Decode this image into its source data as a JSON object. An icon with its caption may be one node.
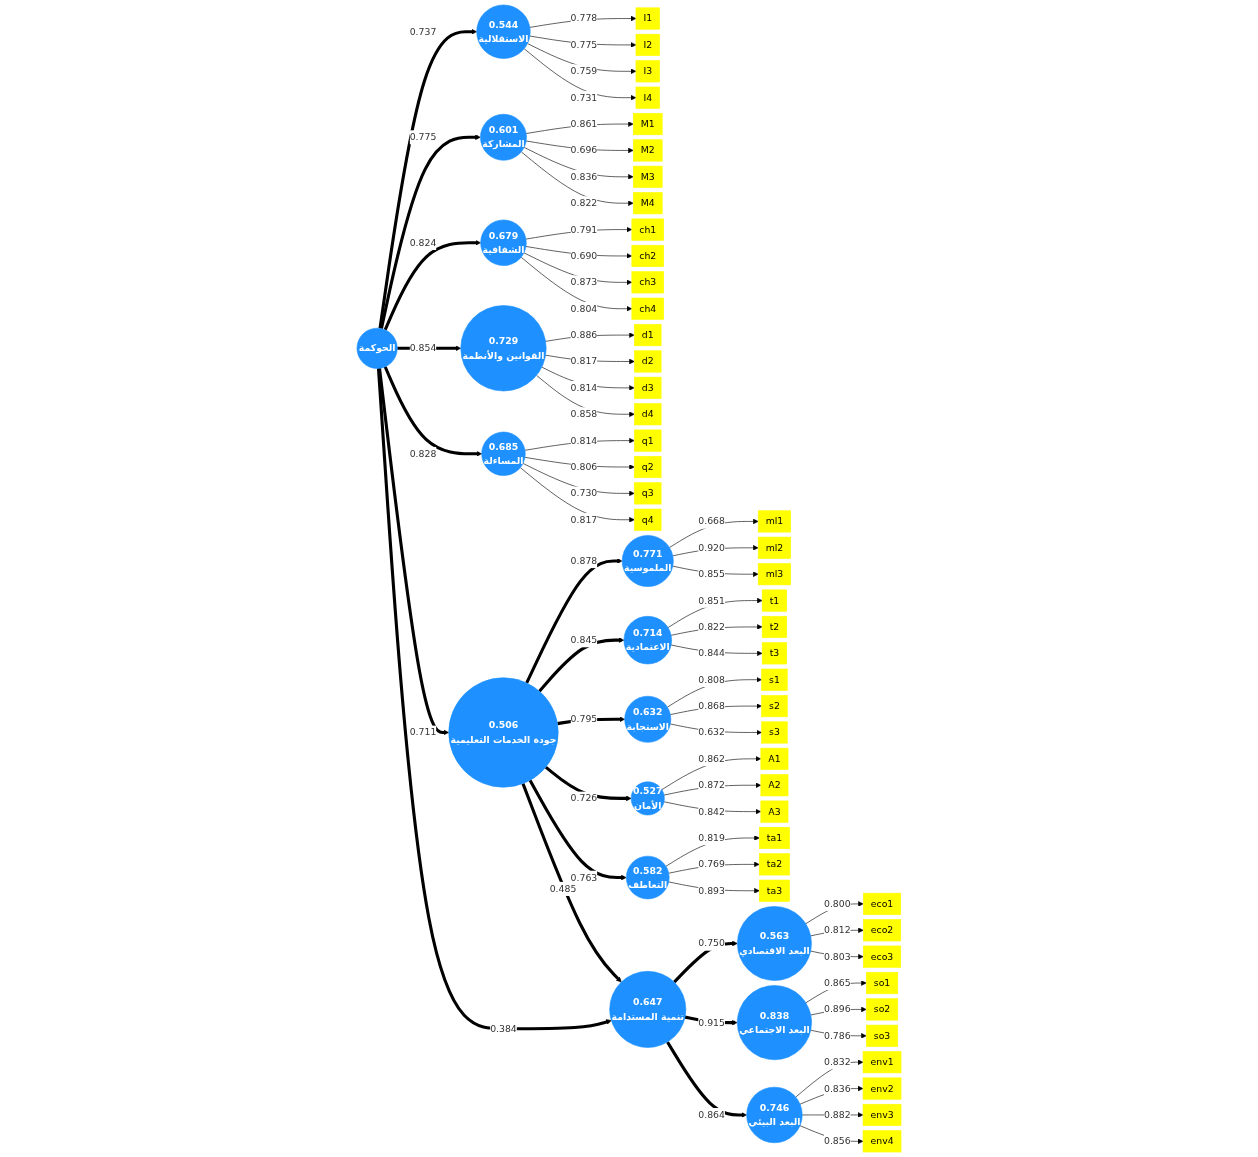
{
  "diagram": {
    "nodes": [
      {
        "text": [
          "الحوكمة"
        ]
      },
      {
        "text": [
          "0.544",
          "الاستقلالية"
        ]
      },
      {
        "text": [
          "I1"
        ]
      },
      {
        "text": [
          "I2"
        ]
      },
      {
        "text": [
          "I3"
        ]
      },
      {
        "text": [
          "I4"
        ]
      },
      {
        "text": [
          "0.601",
          "المشاركة"
        ]
      },
      {
        "text": [
          "M1"
        ]
      },
      {
        "text": [
          "M2"
        ]
      },
      {
        "text": [
          "M3"
        ]
      },
      {
        "text": [
          "M4"
        ]
      },
      {
        "text": [
          "0.679",
          "الشفافية"
        ]
      },
      {
        "text": [
          "ch1"
        ]
      },
      {
        "text": [
          "ch2"
        ]
      },
      {
        "text": [
          "ch3"
        ]
      },
      {
        "text": [
          "ch4"
        ]
      },
      {
        "text": [
          "0.729",
          "القوانين والأنظمة"
        ]
      },
      {
        "text": [
          "d1"
        ]
      },
      {
        "text": [
          "d2"
        ]
      },
      {
        "text": [
          "d3"
        ]
      },
      {
        "text": [
          "d4"
        ]
      },
      {
        "text": [
          "0.685",
          "المساءلة"
        ]
      },
      {
        "text": [
          "q1"
        ]
      },
      {
        "text": [
          "q2"
        ]
      },
      {
        "text": [
          "q3"
        ]
      },
      {
        "text": [
          "q4"
        ]
      },
      {
        "text": [
          "0.506",
          "جودة الخدمات التعليمية"
        ]
      },
      {
        "text": [
          "0.771",
          "الملموسية"
        ]
      },
      {
        "text": [
          "ml1"
        ]
      },
      {
        "text": [
          "ml2"
        ]
      },
      {
        "text": [
          "ml3"
        ]
      },
      {
        "text": [
          "0.714",
          "الاعتمادية"
        ]
      },
      {
        "text": [
          "t1"
        ]
      },
      {
        "text": [
          "t2"
        ]
      },
      {
        "text": [
          "t3"
        ]
      },
      {
        "text": [
          "0.632",
          "الاستجابة"
        ]
      },
      {
        "text": [
          "s1"
        ]
      },
      {
        "text": [
          "s2"
        ]
      },
      {
        "text": [
          "s3"
        ]
      },
      {
        "text": [
          "0.527",
          "الأمان"
        ]
      },
      {
        "text": [
          "A1"
        ]
      },
      {
        "text": [
          "A2"
        ]
      },
      {
        "text": [
          "A3"
        ]
      },
      {
        "text": [
          "0.582",
          "التعاطف"
        ]
      },
      {
        "text": [
          "ta1"
        ]
      },
      {
        "text": [
          "ta2"
        ]
      },
      {
        "text": [
          "ta3"
        ]
      },
      {
        "text": [
          "0.647",
          "تنمية المستدامة"
        ]
      },
      {
        "text": [
          "0.563",
          "البعد الاقتصادي"
        ]
      },
      {
        "text": [
          "eco1"
        ]
      },
      {
        "text": [
          "eco2"
        ]
      },
      {
        "text": [
          "eco3"
        ]
      },
      {
        "text": [
          "0.838",
          "البعد الاجتماعي"
        ]
      },
      {
        "text": [
          "so1"
        ]
      },
      {
        "text": [
          "so2"
        ]
      },
      {
        "text": [
          "so3"
        ]
      },
      {
        "text": [
          "0.746",
          "البعد البيئي"
        ]
      },
      {
        "text": [
          "env1"
        ]
      },
      {
        "text": [
          "env2"
        ]
      },
      {
        "text": [
          "env3"
        ]
      },
      {
        "text": [
          "env4"
        ]
      }
    ],
    "edges": [
      {
        "from": 0,
        "to": 1,
        "arrow": "to",
        "label": "0.737",
        "style": "thick"
      },
      {
        "from": 0,
        "to": 6,
        "arrow": "to",
        "label": "0.775",
        "style": "thick"
      },
      {
        "from": 0,
        "to": 11,
        "arrow": "to",
        "label": "0.824",
        "style": "thick"
      },
      {
        "from": 0,
        "to": 16,
        "arrow": "to",
        "label": "0.854",
        "style": "thick"
      },
      {
        "from": 0,
        "to": 21,
        "arrow": "to",
        "label": "0.828",
        "style": "thick"
      },
      {
        "from": 0,
        "to": 26,
        "arrow": "to",
        "label": "0.711",
        "style": "thick"
      },
      {
        "from": 0,
        "to": 47,
        "arrow": "to",
        "label": "0.384",
        "style": "thick"
      },
      {
        "from": 26,
        "to": 27,
        "arrow": "to",
        "label": "0.878",
        "style": "thick"
      },
      {
        "from": 26,
        "to": 31,
        "arrow": "to",
        "label": "0.845",
        "style": "thick"
      },
      {
        "from": 26,
        "to": 35,
        "arrow": "to",
        "label": "0.795",
        "style": "thick"
      },
      {
        "from": 26,
        "to": 39,
        "arrow": "to",
        "label": "0.726",
        "style": "thick"
      },
      {
        "from": 26,
        "to": 43,
        "arrow": "to",
        "label": "0.763",
        "style": "thick"
      },
      {
        "from": 26,
        "to": 47,
        "arrow": "to",
        "label": "0.485",
        "style": "thick"
      },
      {
        "from": 47,
        "to": 48,
        "arrow": "to",
        "label": "0.750",
        "style": "thick"
      },
      {
        "from": 47,
        "to": 52,
        "arrow": "to",
        "label": "0.915",
        "style": "thick"
      },
      {
        "from": 47,
        "to": 56,
        "arrow": "to",
        "label": "0.864",
        "style": "thick"
      },
      {
        "from": 1,
        "to": 2,
        "arrow": "to",
        "label": "0.778"
      },
      {
        "from": 1,
        "to": 3,
        "arrow": "to",
        "label": "0.775"
      },
      {
        "from": 1,
        "to": 4,
        "arrow": "to",
        "label": "0.759"
      },
      {
        "from": 1,
        "to": 5,
        "arrow": "to",
        "label": "0.731"
      },
      {
        "from": 6,
        "to": 7,
        "arrow": "to",
        "label": "0.861"
      },
      {
        "from": 6,
        "to": 8,
        "arrow": "to",
        "label": "0.696"
      },
      {
        "from": 6,
        "to": 9,
        "arrow": "to",
        "label": "0.836"
      },
      {
        "from": 6,
        "to": 10,
        "arrow": "to",
        "label": "0.822"
      },
      {
        "from": 11,
        "to": 12,
        "arrow": "to",
        "label": "0.791"
      },
      {
        "from": 11,
        "to": 13,
        "arrow": "to",
        "label": "0.690"
      },
      {
        "from": 11,
        "to": 14,
        "arrow": "to",
        "label": "0.873"
      },
      {
        "from": 11,
        "to": 15,
        "arrow": "to",
        "label": "0.804"
      },
      {
        "from": 16,
        "to": 17,
        "arrow": "to",
        "label": "0.886"
      },
      {
        "from": 16,
        "to": 18,
        "arrow": "to",
        "label": "0.817"
      },
      {
        "from": 16,
        "to": 19,
        "arrow": "to",
        "label": "0.814"
      },
      {
        "from": 16,
        "to": 20,
        "arrow": "to",
        "label": "0.858"
      },
      {
        "from": 21,
        "to": 22,
        "arrow": "to",
        "label": "0.814"
      },
      {
        "from": 21,
        "to": 23,
        "arrow": "to",
        "label": "0.806"
      },
      {
        "from": 21,
        "to": 24,
        "arrow": "to",
        "label": "0.730"
      },
      {
        "from": 21,
        "to": 25,
        "arrow": "to",
        "label": "0.817"
      },
      {
        "from": 27,
        "to": 28,
        "arrow": "to",
        "label": "0.668"
      },
      {
        "from": 27,
        "to": 29,
        "arrow": "to",
        "label": "0.920"
      },
      {
        "from": 27,
        "to": 30,
        "arrow": "to",
        "label": "0.855"
      },
      {
        "from": 31,
        "to": 32,
        "arrow": "to",
        "label": "0.851"
      },
      {
        "from": 31,
        "to": 33,
        "arrow": "to",
        "label": "0.822"
      },
      {
        "from": 31,
        "to": 34,
        "arrow": "to",
        "label": "0.844"
      },
      {
        "from": 35,
        "to": 36,
        "arrow": "to",
        "label": "0.808"
      },
      {
        "from": 35,
        "to": 37,
        "arrow": "to",
        "label": "0.868"
      },
      {
        "from": 35,
        "to": 38,
        "arrow": "to",
        "label": "0.632"
      },
      {
        "from": 39,
        "to": 40,
        "arrow": "to",
        "label": "0.862"
      },
      {
        "from": 39,
        "to": 41,
        "arrow": "to",
        "label": "0.872"
      },
      {
        "from": 39,
        "to": 42,
        "arrow": "to",
        "label": "0.842"
      },
      {
        "from": 43,
        "to": 44,
        "arrow": "to",
        "label": "0.819"
      },
      {
        "from": 43,
        "to": 45,
        "arrow": "to",
        "label": "0.769"
      },
      {
        "from": 43,
        "to": 46,
        "arrow": "to",
        "label": "0.893"
      },
      {
        "from": 48,
        "to": 49,
        "arrow": "to",
        "label": "0.800"
      },
      {
        "from": 48,
        "to": 50,
        "arrow": "to",
        "label": "0.812"
      },
      {
        "from": 48,
        "to": 51,
        "arrow": "to",
        "label": "0.803"
      },
      {
        "from": 52,
        "to": 53,
        "arrow": "to",
        "label": "0.865"
      },
      {
        "from": 52,
        "to": 54,
        "arrow": "to",
        "label": "0.896"
      },
      {
        "from": 52,
        "to": 55,
        "arrow": "to",
        "label": "0.786"
      },
      {
        "from": 56,
        "to": 57,
        "arrow": "to",
        "label": "0.832"
      },
      {
        "from": 56,
        "to": 58,
        "arrow": "to",
        "label": "0.836"
      },
      {
        "from": 56,
        "to": 59,
        "arrow": "to",
        "label": "0.882"
      },
      {
        "from": 56,
        "to": 60,
        "arrow": "to",
        "label": "0.856"
      }
    ]
  }
}
